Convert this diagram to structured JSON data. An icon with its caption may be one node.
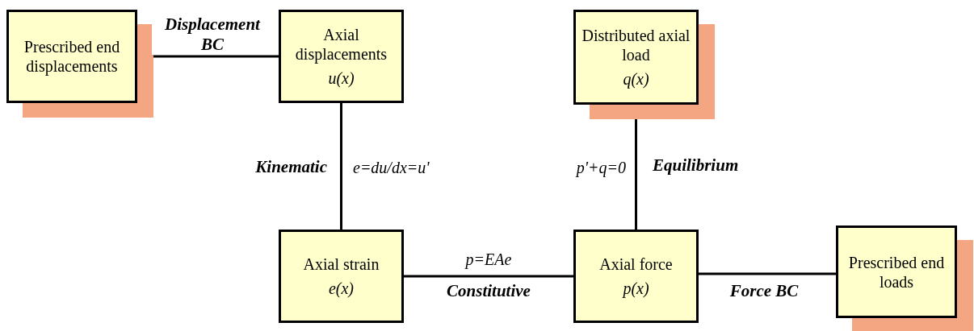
{
  "diagram": {
    "nodes": [
      {
        "text": [
          "Prescribed end displacements"
        ]
      },
      {
        "text": [
          "Axial displacements",
          "u(x)"
        ]
      },
      {
        "text": [
          "Distributed axial load",
          "q(x)"
        ]
      },
      {
        "text": [
          "Axial strain",
          "e(x)"
        ]
      },
      {
        "text": [
          "Axial force",
          "p(x)"
        ]
      },
      {
        "text": [
          "Prescribed end loads"
        ]
      }
    ],
    "edges": [
      {
        "from": 0,
        "to": 1,
        "arrow": "none",
        "label": "Displacement BC"
      },
      {
        "from": 1,
        "to": 3,
        "arrow": "none",
        "label": "Kinematic"
      },
      {
        "from": 2,
        "to": 4,
        "arrow": "none",
        "label": "Equilibrium"
      },
      {
        "from": 3,
        "to": 4,
        "arrow": "none",
        "label": "Constitutive"
      },
      {
        "from": 4,
        "to": 5,
        "arrow": "none",
        "label": "Force BC"
      }
    ],
    "labels": [
      "e=du/dx=u'",
      "p'+q=0",
      "p=EAe"
    ]
  }
}
